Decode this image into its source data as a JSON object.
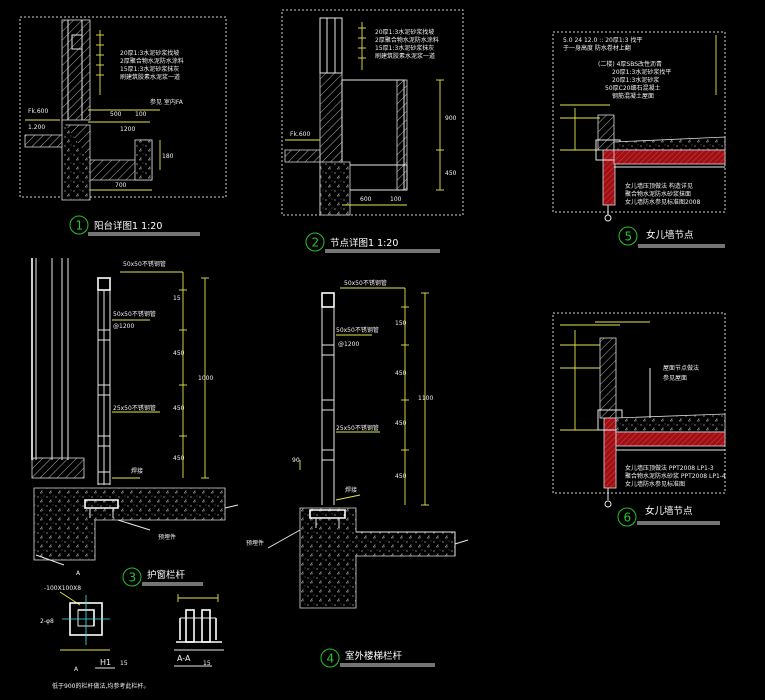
{
  "colors": {
    "background": "#000000",
    "lines": "#e8e8e8",
    "callout": "#27c22a",
    "dim": "#e7e34a",
    "red": "#c0161c"
  },
  "details": {
    "d1": {
      "number": "1",
      "title": "阳台详图1  1:20"
    },
    "d2": {
      "number": "2",
      "title": "节点详图1  1:20"
    },
    "d3": {
      "number": "3",
      "title": "护窗栏杆",
      "labels": [
        "50x50不锈钢管",
        "50x50不锈钢管",
        "@1200",
        "25x50不锈钢管",
        "焊接",
        "预埋件"
      ]
    },
    "d4": {
      "number": "4",
      "title": "室外楼梯栏杆",
      "labels": [
        "50x50不锈钢管",
        "50x50不锈钢管",
        "@1200",
        "25x50不锈钢管",
        "焊接",
        "预埋件"
      ]
    },
    "d5": {
      "number": "5",
      "title": "女儿墙节点"
    },
    "d6": {
      "number": "6",
      "title": "女儿墙节点",
      "labels": [
        "屋面节点做法",
        "参见屋面"
      ]
    },
    "h1": {
      "mark": "H1",
      "scale": "15",
      "section_mark": "A",
      "section": "A-A",
      "section_scale": "15",
      "label": "-100X100X8",
      "note": "低于900的栏杆做法,均参考此栏杆。"
    }
  }
}
